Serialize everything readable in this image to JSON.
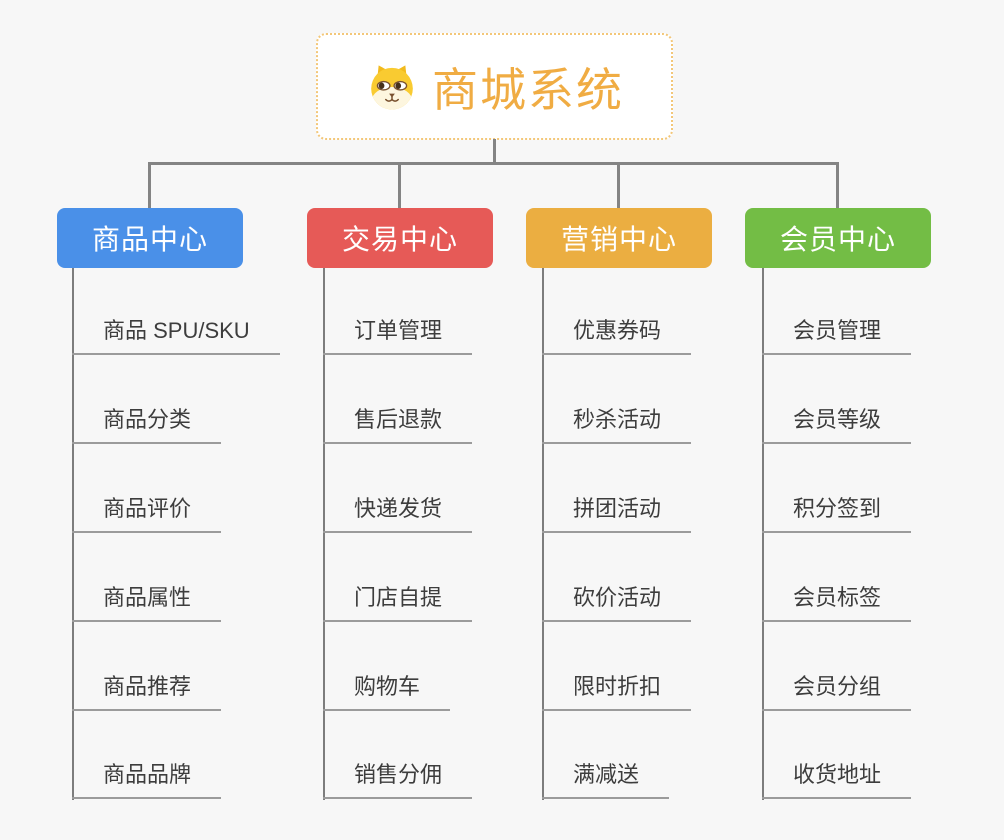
{
  "root": {
    "title": "商城系统",
    "title_color": "#F0AC43",
    "border_color": "#F3C779",
    "icon": "dog-face-icon"
  },
  "branches": [
    {
      "label": "商品中心",
      "color": "#4A90E8",
      "items": [
        "商品 SPU/SKU",
        "商品分类",
        "商品评价",
        "商品属性",
        "商品推荐",
        "商品品牌"
      ]
    },
    {
      "label": "交易中心",
      "color": "#E65A57",
      "items": [
        "订单管理",
        "售后退款",
        "快递发货",
        "门店自提",
        "购物车",
        "销售分佣"
      ]
    },
    {
      "label": "营销中心",
      "color": "#EBAE41",
      "items": [
        "优惠券码",
        "秒杀活动",
        "拼团活动",
        "砍价活动",
        "限时折扣",
        "满减送"
      ]
    },
    {
      "label": "会员中心",
      "color": "#73BD45",
      "items": [
        "会员管理",
        "会员等级",
        "积分签到",
        "会员标签",
        "会员分组",
        "收货地址"
      ]
    }
  ],
  "colors": {
    "background": "#F7F7F7",
    "connector": "#848484",
    "branch_line": "#7D7D7D",
    "item_underline": "#9B9B9B",
    "item_text": "#3D3D3D"
  }
}
